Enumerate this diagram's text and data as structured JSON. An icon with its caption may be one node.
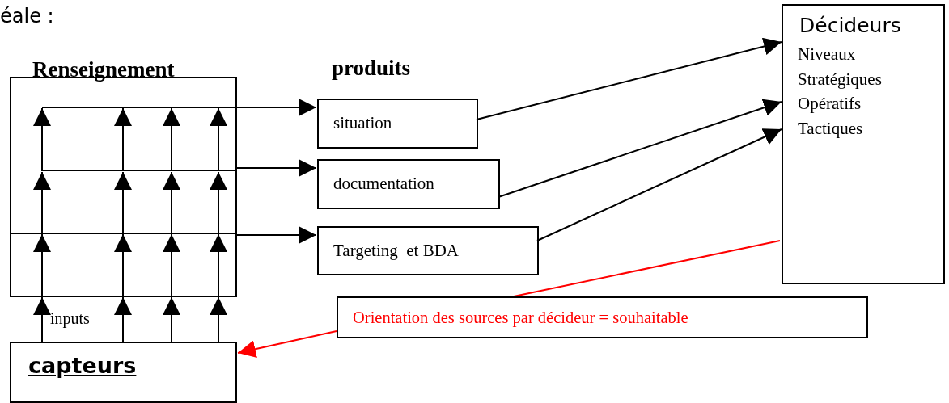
{
  "diagram": {
    "nodes": [
      {
        "text": [
          "Renseignement"
        ]
      },
      {
        "text": [
          "situation"
        ]
      },
      {
        "text": [
          "documentation"
        ]
      },
      {
        "text": [
          "Targeting  et BDA"
        ]
      },
      {
        "text": [
          "Décideurs",
          "Niveaux",
          "Stratégiques",
          "Opératifs",
          "Tactiques"
        ]
      },
      {
        "text": [
          "Orientation des sources par décideur = souhaitable"
        ]
      },
      {
        "text": [
          "capteurs"
        ]
      }
    ],
    "edges": [
      {
        "from": 0,
        "to": 1,
        "arrow": "to"
      },
      {
        "from": 0,
        "to": 2,
        "arrow": "to"
      },
      {
        "from": 0,
        "to": 3,
        "arrow": "to"
      },
      {
        "from": 1,
        "to": 4,
        "arrow": "to"
      },
      {
        "from": 2,
        "to": 4,
        "arrow": "to"
      },
      {
        "from": 3,
        "to": 4,
        "arrow": "to"
      },
      {
        "from": 4,
        "to": 5,
        "arrow": "none",
        "color": "#ff0000"
      },
      {
        "from": 5,
        "to": 6,
        "arrow": "to",
        "color": "#ff0000"
      },
      {
        "from": 6,
        "to": 0,
        "arrow": "to"
      },
      {
        "from": 6,
        "to": 0,
        "arrow": "to"
      },
      {
        "from": 6,
        "to": 0,
        "arrow": "to"
      },
      {
        "from": 6,
        "to": 0,
        "arrow": "to"
      }
    ],
    "labels": [
      "éale :",
      "produits",
      "inputs"
    ]
  }
}
